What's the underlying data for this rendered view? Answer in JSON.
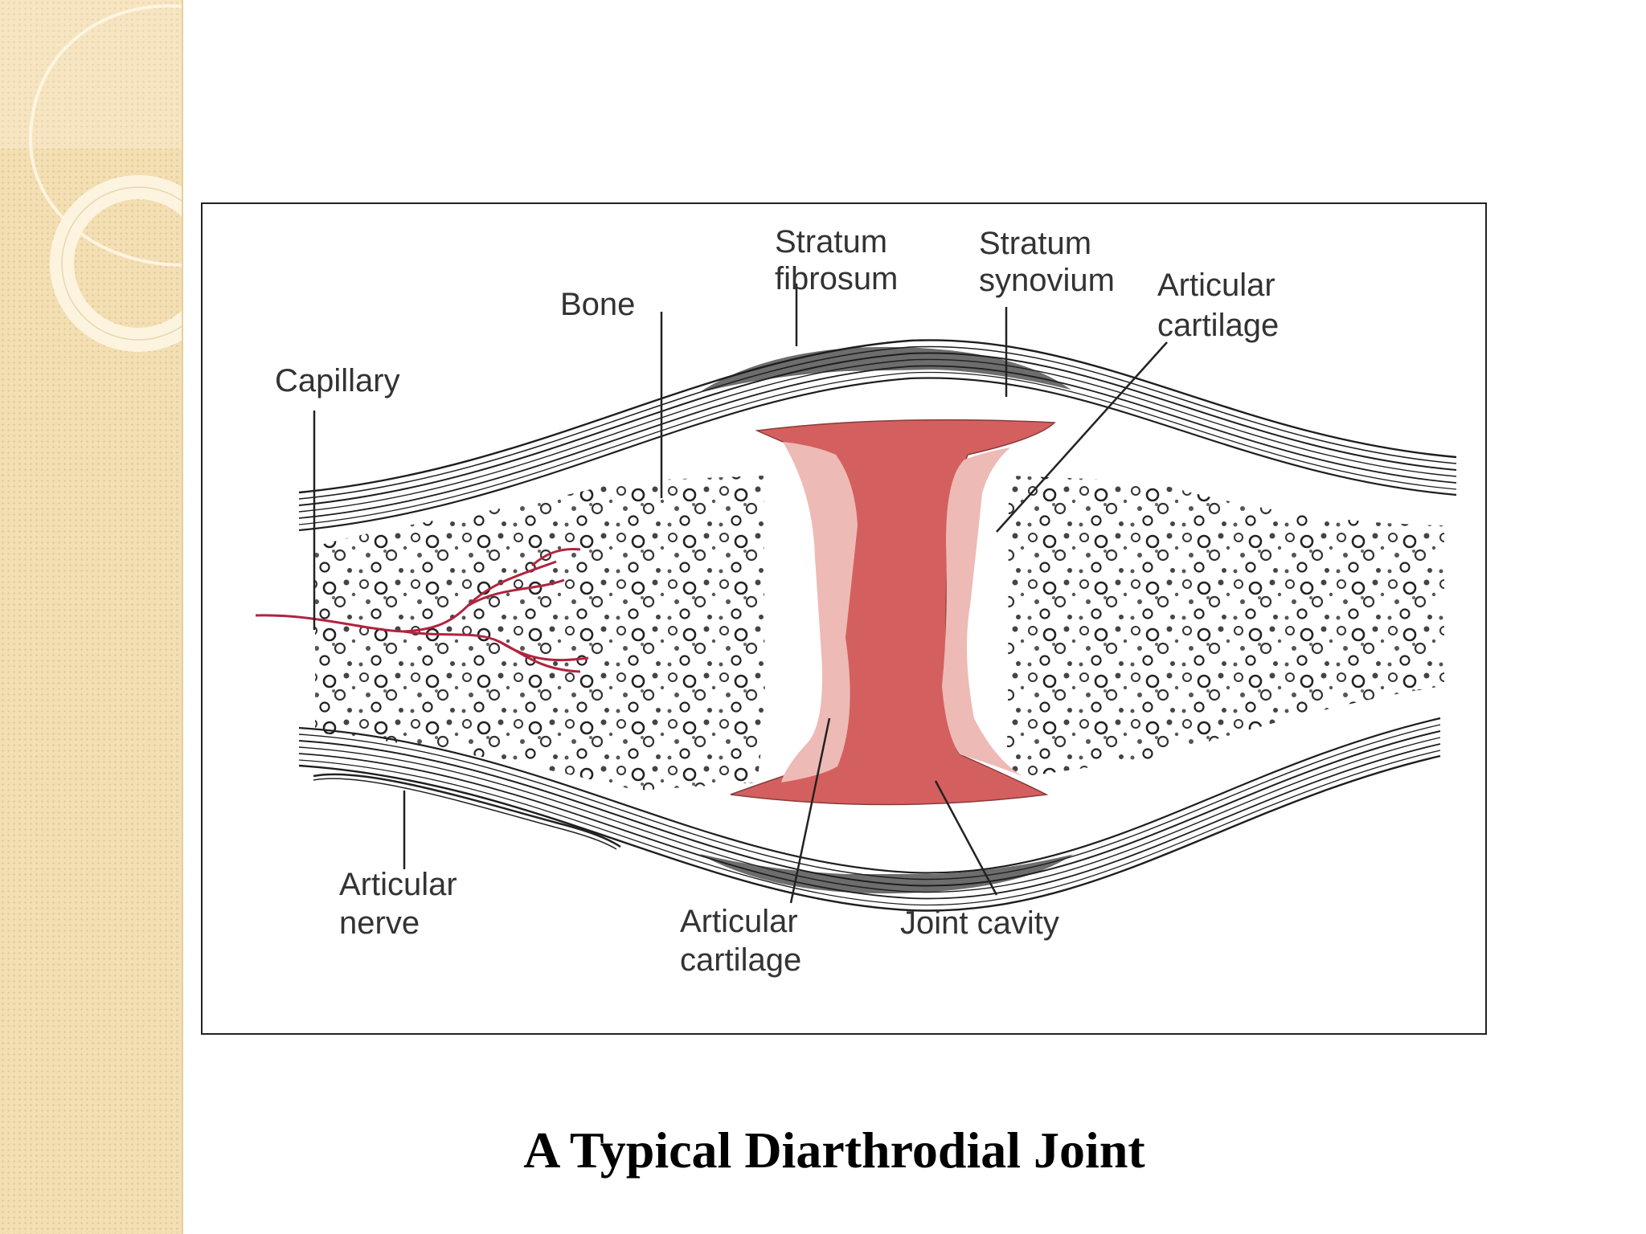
{
  "caption": "A Typical Diarthrodial Joint",
  "colors": {
    "side_panel": "#f3dfb3",
    "cavity_fill": "#d3605f",
    "cartilage_fill": "#eebab5",
    "capillary": "#b0243f",
    "capsule_gray": "#6d6d6d"
  },
  "labels": {
    "stratum_fibrosum": [
      "Stratum",
      "fibrosum"
    ],
    "stratum_synovium": [
      "Stratum",
      "synovium"
    ],
    "articular_cartilage_top": [
      "Articular",
      "cartilage"
    ],
    "bone": "Bone",
    "capillary": "Capillary",
    "articular_nerve": [
      "Articular",
      "nerve"
    ],
    "articular_cartilage_bottom": [
      "Articular",
      "cartilage"
    ],
    "joint_cavity": "Joint cavity"
  }
}
